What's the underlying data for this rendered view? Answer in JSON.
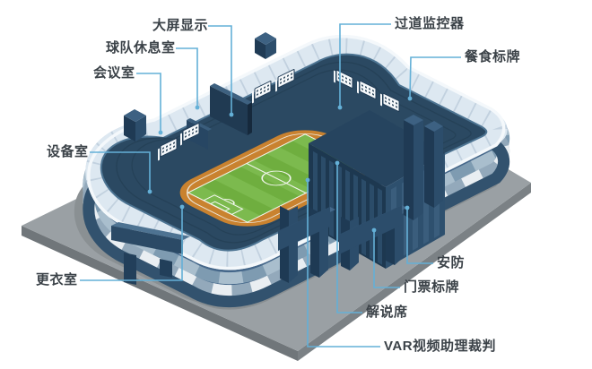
{
  "diagram": {
    "subject": "isometric-stadium-cutaway",
    "labels": [
      {
        "id": "big-screen",
        "text": "大屏显示"
      },
      {
        "id": "team-lounge",
        "text": "球队休息室"
      },
      {
        "id": "meeting-room",
        "text": "会议室"
      },
      {
        "id": "equipment-room",
        "text": "设备室"
      },
      {
        "id": "locker-room",
        "text": "更衣室"
      },
      {
        "id": "corridor-monitor",
        "text": "过道监控器"
      },
      {
        "id": "food-signage",
        "text": "餐食标牌"
      },
      {
        "id": "security",
        "text": "安防"
      },
      {
        "id": "ticket-signage",
        "text": "门票标牌"
      },
      {
        "id": "commentary-booth",
        "text": "解说席"
      },
      {
        "id": "var-referee",
        "text": "VAR视频助理裁判"
      }
    ],
    "colors": {
      "leader_line": "#64b0d7",
      "label_text": "#3b4248",
      "ring_light": "#dde8f1",
      "ring_seam": "#c2d1df",
      "ring_rim": "#f4f8fb",
      "bowl_navy": "#2b4962",
      "wall_blue": "#45678a",
      "facade_dark": "#32526e",
      "checker_light": "#e9eef2",
      "track_orange": "#c9822f",
      "pitch_green": "#6fae3f",
      "pitch_stripe": "#7cba4e",
      "pitch_line": "#f3f7ef",
      "structure_navy": "#1f3a54",
      "platform_gray": "#9aa0a4",
      "background": "#ffffff"
    }
  }
}
